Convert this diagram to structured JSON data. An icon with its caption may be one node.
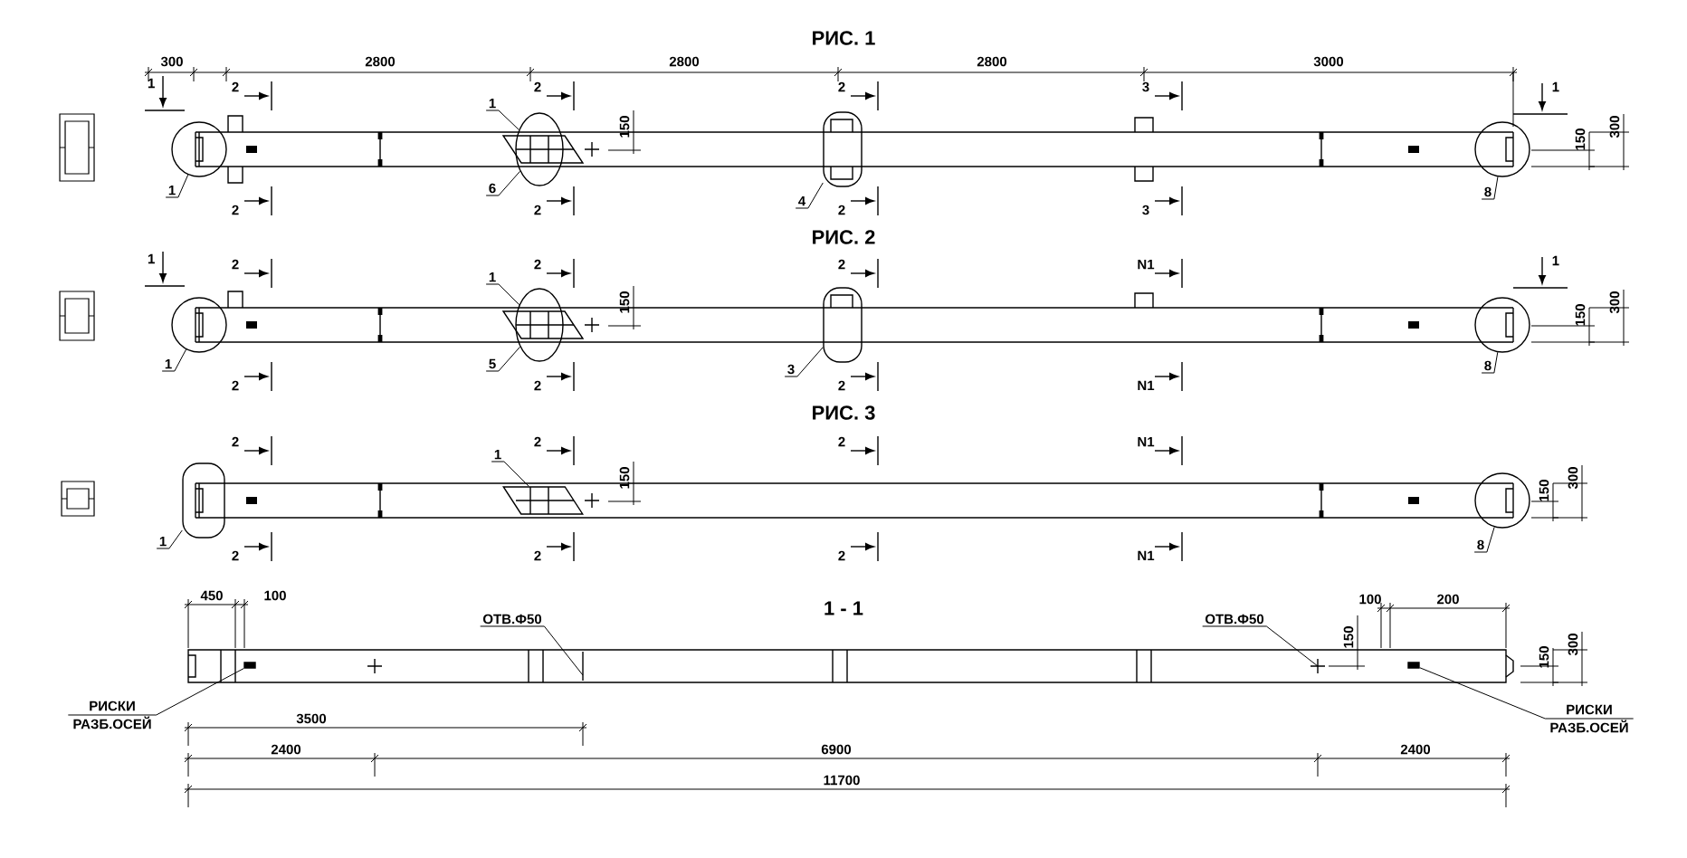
{
  "diagram": {
    "nodes": [
      {
        "text": [
          "1"
        ]
      },
      {
        "text": [
          "1"
        ]
      },
      {
        "text": [
          "6"
        ]
      },
      {
        "text": [
          "4"
        ]
      },
      {
        "text": [
          "8"
        ]
      },
      {
        "text": [
          "1"
        ]
      },
      {
        "text": [
          "1"
        ]
      },
      {
        "text": [
          "5"
        ]
      },
      {
        "text": [
          "3"
        ]
      },
      {
        "text": [
          "8"
        ]
      },
      {
        "text": [
          "1"
        ]
      },
      {
        "text": [
          "1"
        ]
      },
      {
        "text": [
          "8"
        ]
      },
      {
        "text": [
          "ОТВ.Ф50"
        ]
      },
      {
        "text": [
          "ОТВ.Ф50"
        ]
      },
      {
        "text": [
          "РИСКИ РАЗБ.ОСЕЙ"
        ]
      },
      {
        "text": [
          "РИСКИ РАЗБ.ОСЕЙ"
        ]
      },
      {
        "text": [],
        "shape": "circle"
      },
      {
        "text": [],
        "shape": "circle"
      },
      {
        "text": [],
        "shape": "box"
      },
      {
        "text": [],
        "shape": "circle"
      },
      {
        "text": [],
        "shape": "circle"
      },
      {
        "text": [],
        "shape": "circle"
      },
      {
        "text": [],
        "shape": "box"
      },
      {
        "text": [],
        "shape": "circle"
      },
      {
        "text": [],
        "shape": "box"
      },
      {
        "text": [],
        "shape": "circle"
      },
      {
        "text": [],
        "shape": "bar"
      },
      {
        "text": [],
        "shape": "bar"
      },
      {
        "text": [],
        "shape": "parallelogram"
      }
    ],
    "edges": [
      {
        "from": 0,
        "to": 18,
        "arrow": "none"
      },
      {
        "from": 1,
        "to": 17,
        "arrow": "none"
      },
      {
        "from": 2,
        "to": 18,
        "arrow": "none"
      },
      {
        "from": 3,
        "to": 19,
        "arrow": "none"
      },
      {
        "from": 4,
        "to": 20,
        "arrow": "none"
      },
      {
        "from": 5,
        "to": 22,
        "arrow": "none"
      },
      {
        "from": 6,
        "to": 21,
        "arrow": "none"
      },
      {
        "from": 7,
        "to": 22,
        "arrow": "none"
      },
      {
        "from": 8,
        "to": 23,
        "arrow": "none"
      },
      {
        "from": 9,
        "to": 24,
        "arrow": "none"
      },
      {
        "from": 10,
        "to": 29,
        "arrow": "none"
      },
      {
        "from": 11,
        "to": 25,
        "arrow": "none"
      },
      {
        "from": 12,
        "to": 26,
        "arrow": "none"
      },
      {
        "from": 13,
        "to": null,
        "arrow": "none"
      },
      {
        "from": 14,
        "to": null,
        "arrow": "none"
      },
      {
        "from": 15,
        "to": 27,
        "arrow": "none"
      },
      {
        "from": 16,
        "to": 28,
        "arrow": "none"
      }
    ],
    "labels": [
      "РИС. 1",
      "300",
      "2800",
      "2800",
      "2800",
      "3000",
      "1",
      "2",
      "2",
      "2",
      "3",
      "1",
      "150",
      "150",
      "300",
      "2",
      "2",
      "2",
      "3",
      "РИС. 2",
      "1",
      "2",
      "2",
      "2",
      "N1",
      "1",
      "150",
      "150",
      "300",
      "2",
      "2",
      "2",
      "N1",
      "РИС. 3",
      "2",
      "2",
      "2",
      "N1",
      "150",
      "150",
      "300",
      "2",
      "2",
      "2",
      "N1",
      "1 - 1",
      "450",
      "100",
      "100",
      "200",
      "150",
      "150",
      "300",
      "3500",
      "2400",
      "6900",
      "2400",
      "11700"
    ]
  }
}
